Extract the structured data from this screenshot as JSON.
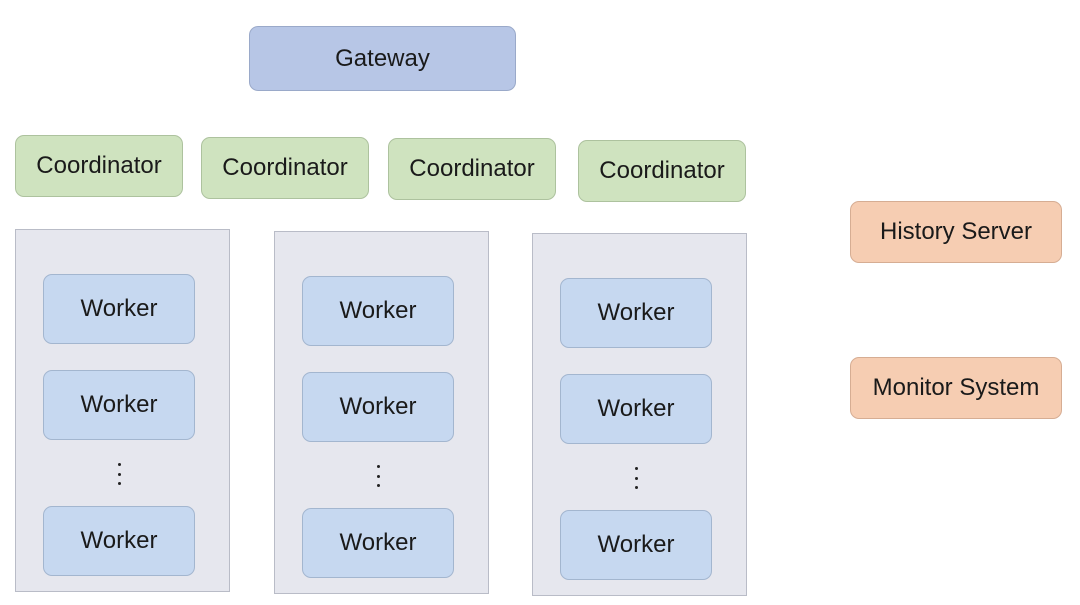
{
  "gateway": {
    "label": "Gateway"
  },
  "coordinators": [
    {
      "label": "Coordinator"
    },
    {
      "label": "Coordinator"
    },
    {
      "label": "Coordinator"
    },
    {
      "label": "Coordinator"
    }
  ],
  "worker_groups": [
    {
      "workers": [
        "Worker",
        "Worker",
        "Worker"
      ]
    },
    {
      "workers": [
        "Worker",
        "Worker",
        "Worker"
      ]
    },
    {
      "workers": [
        "Worker",
        "Worker",
        "Worker"
      ]
    }
  ],
  "side_services": {
    "history_server": "History Server",
    "monitor_system": "Monitor System"
  },
  "colors": {
    "gateway": "#b7c6e6",
    "coordinator": "#cfe3bf",
    "worker": "#c6d8f0",
    "worker_group": "#e6e7ee",
    "service": "#f6cdb2"
  }
}
